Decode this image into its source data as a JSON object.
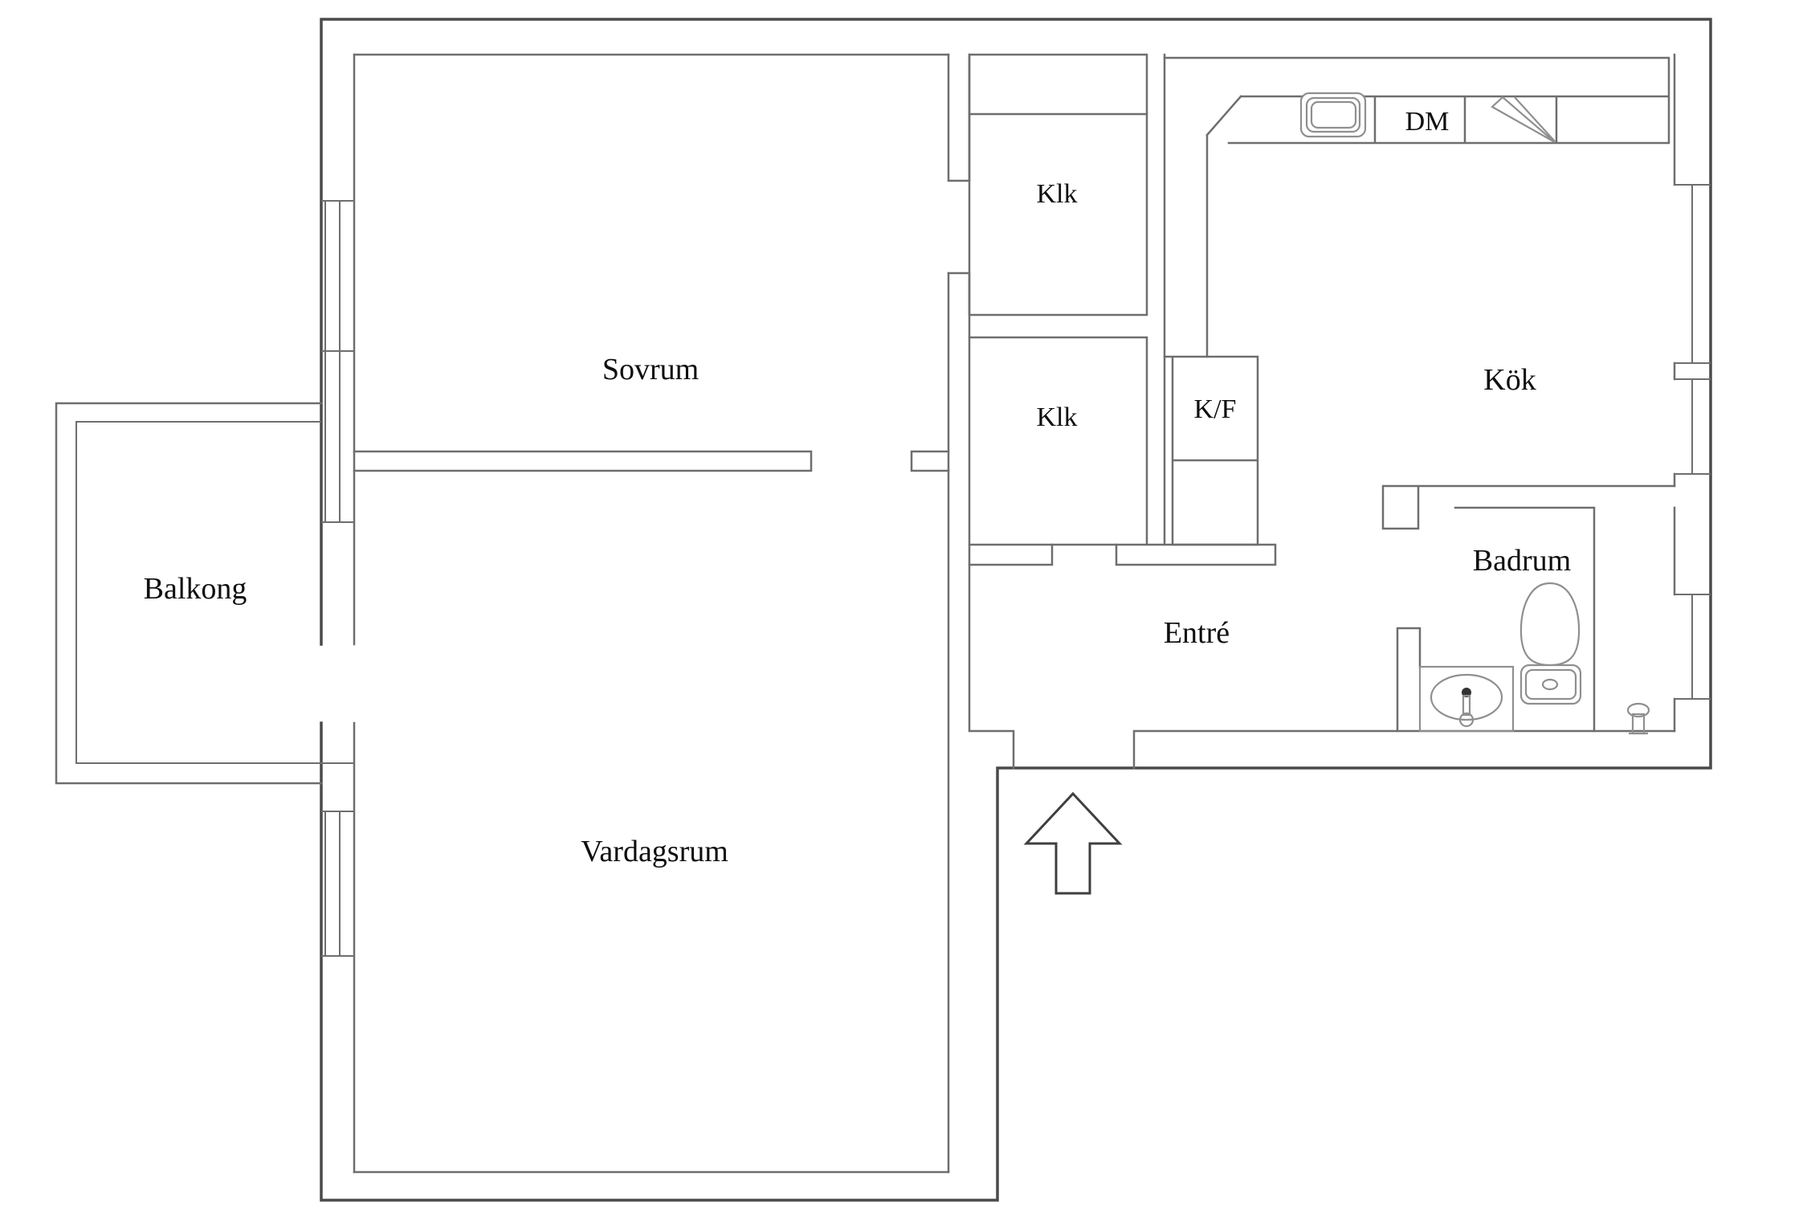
{
  "page": {
    "type": "apartment-floor-plan",
    "background": "#ffffff"
  },
  "colors": {
    "bg": "#ffffff",
    "wall": "#6e6e6e",
    "wall_outer": "#4a4a4a",
    "fixture": "#8f8f8f",
    "text": "#0f0f0f"
  },
  "rooms": {
    "sovrum": {
      "label": "Sovrum"
    },
    "klk_upper": {
      "label": "Klk"
    },
    "klk_lower": {
      "label": "Klk"
    },
    "kok": {
      "label": "Kök"
    },
    "kf": {
      "label": "K/F"
    },
    "dm": {
      "label": "DM"
    },
    "balkong": {
      "label": "Balkong"
    },
    "vardagsrum": {
      "label": "Vardagsrum"
    },
    "entre": {
      "label": "Entré"
    },
    "badrum": {
      "label": "Badrum"
    }
  },
  "fixtures": {
    "sink": "kitchen-sink",
    "stove": "corner-cabinet-door-swing",
    "toilet": "toilet",
    "basin": "washbasin-with-tap",
    "tap": "bathroom-tap",
    "entrance_arrow": "entrance-direction-up"
  }
}
